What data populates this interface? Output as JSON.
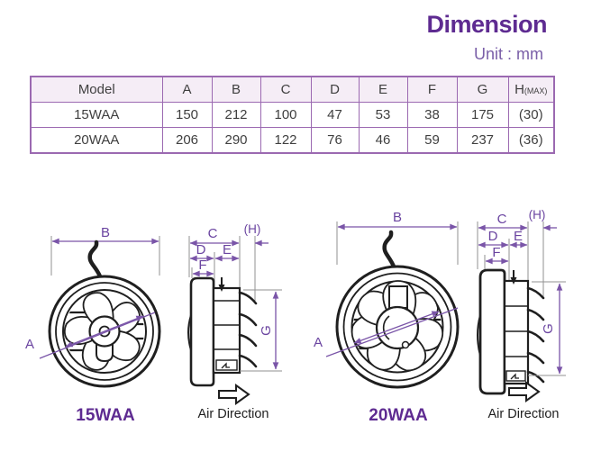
{
  "page": {
    "title": "Dimension",
    "unit": "Unit : mm"
  },
  "table": {
    "headers": [
      "Model",
      "A",
      "B",
      "C",
      "D",
      "E",
      "F",
      "G"
    ],
    "h_header": {
      "main": "H",
      "sub": "(MAX)"
    },
    "rows": [
      {
        "model": "15WAA",
        "values": [
          "150",
          "212",
          "100",
          "47",
          "53",
          "38",
          "175",
          "(30)"
        ]
      },
      {
        "model": "20WAA",
        "values": [
          "206",
          "290",
          "122",
          "76",
          "46",
          "59",
          "237",
          "(36)"
        ]
      }
    ]
  },
  "diagrams": {
    "labels": {
      "a": "A",
      "b": "B",
      "c": "C",
      "d": "D",
      "e": "E",
      "f": "F",
      "g": "G",
      "h": "(H)"
    },
    "left": {
      "model": "15WAA",
      "air": "Air Direction"
    },
    "right": {
      "model": "20WAA",
      "air": "Air Direction"
    }
  },
  "colors": {
    "title": "#5e2b91",
    "unit": "#7a5fa8",
    "table_border": "#9b69b1",
    "table_header_bg": "#f5edf6",
    "cell_text": "#3f3f3f",
    "dimension_lines": "#7a55a8",
    "drawing_lines": "#1f1f1f",
    "model_label": "#5e2b91"
  }
}
